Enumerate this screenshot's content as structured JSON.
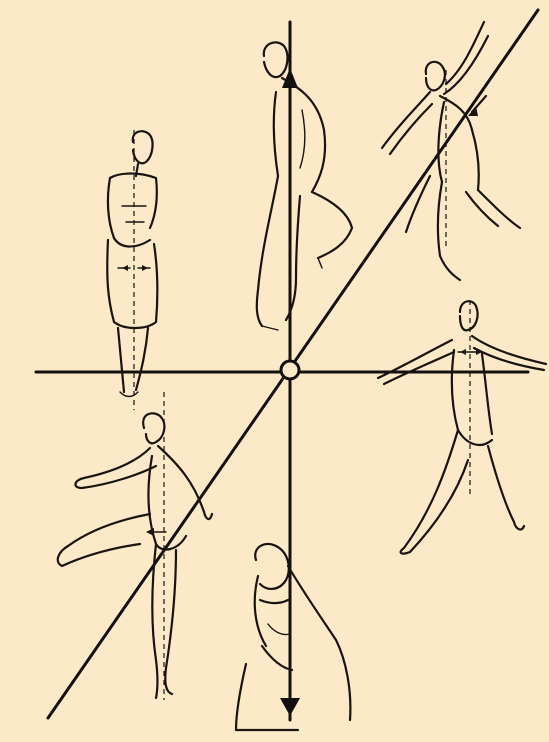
{
  "diagram": {
    "background_color": "#fbe9c8",
    "ink_color": "#1a1410",
    "figures": [
      "standing-figure-top-left",
      "leaning-figure-top-center",
      "leaping-figure-top-right",
      "arms-out-figure-right",
      "kicking-figure-bottom-left",
      "crouched-figure-bottom-center"
    ],
    "axes": [
      "vertical-axis",
      "horizontal-axis",
      "diagonal-axis"
    ],
    "center_marker": "circle"
  }
}
